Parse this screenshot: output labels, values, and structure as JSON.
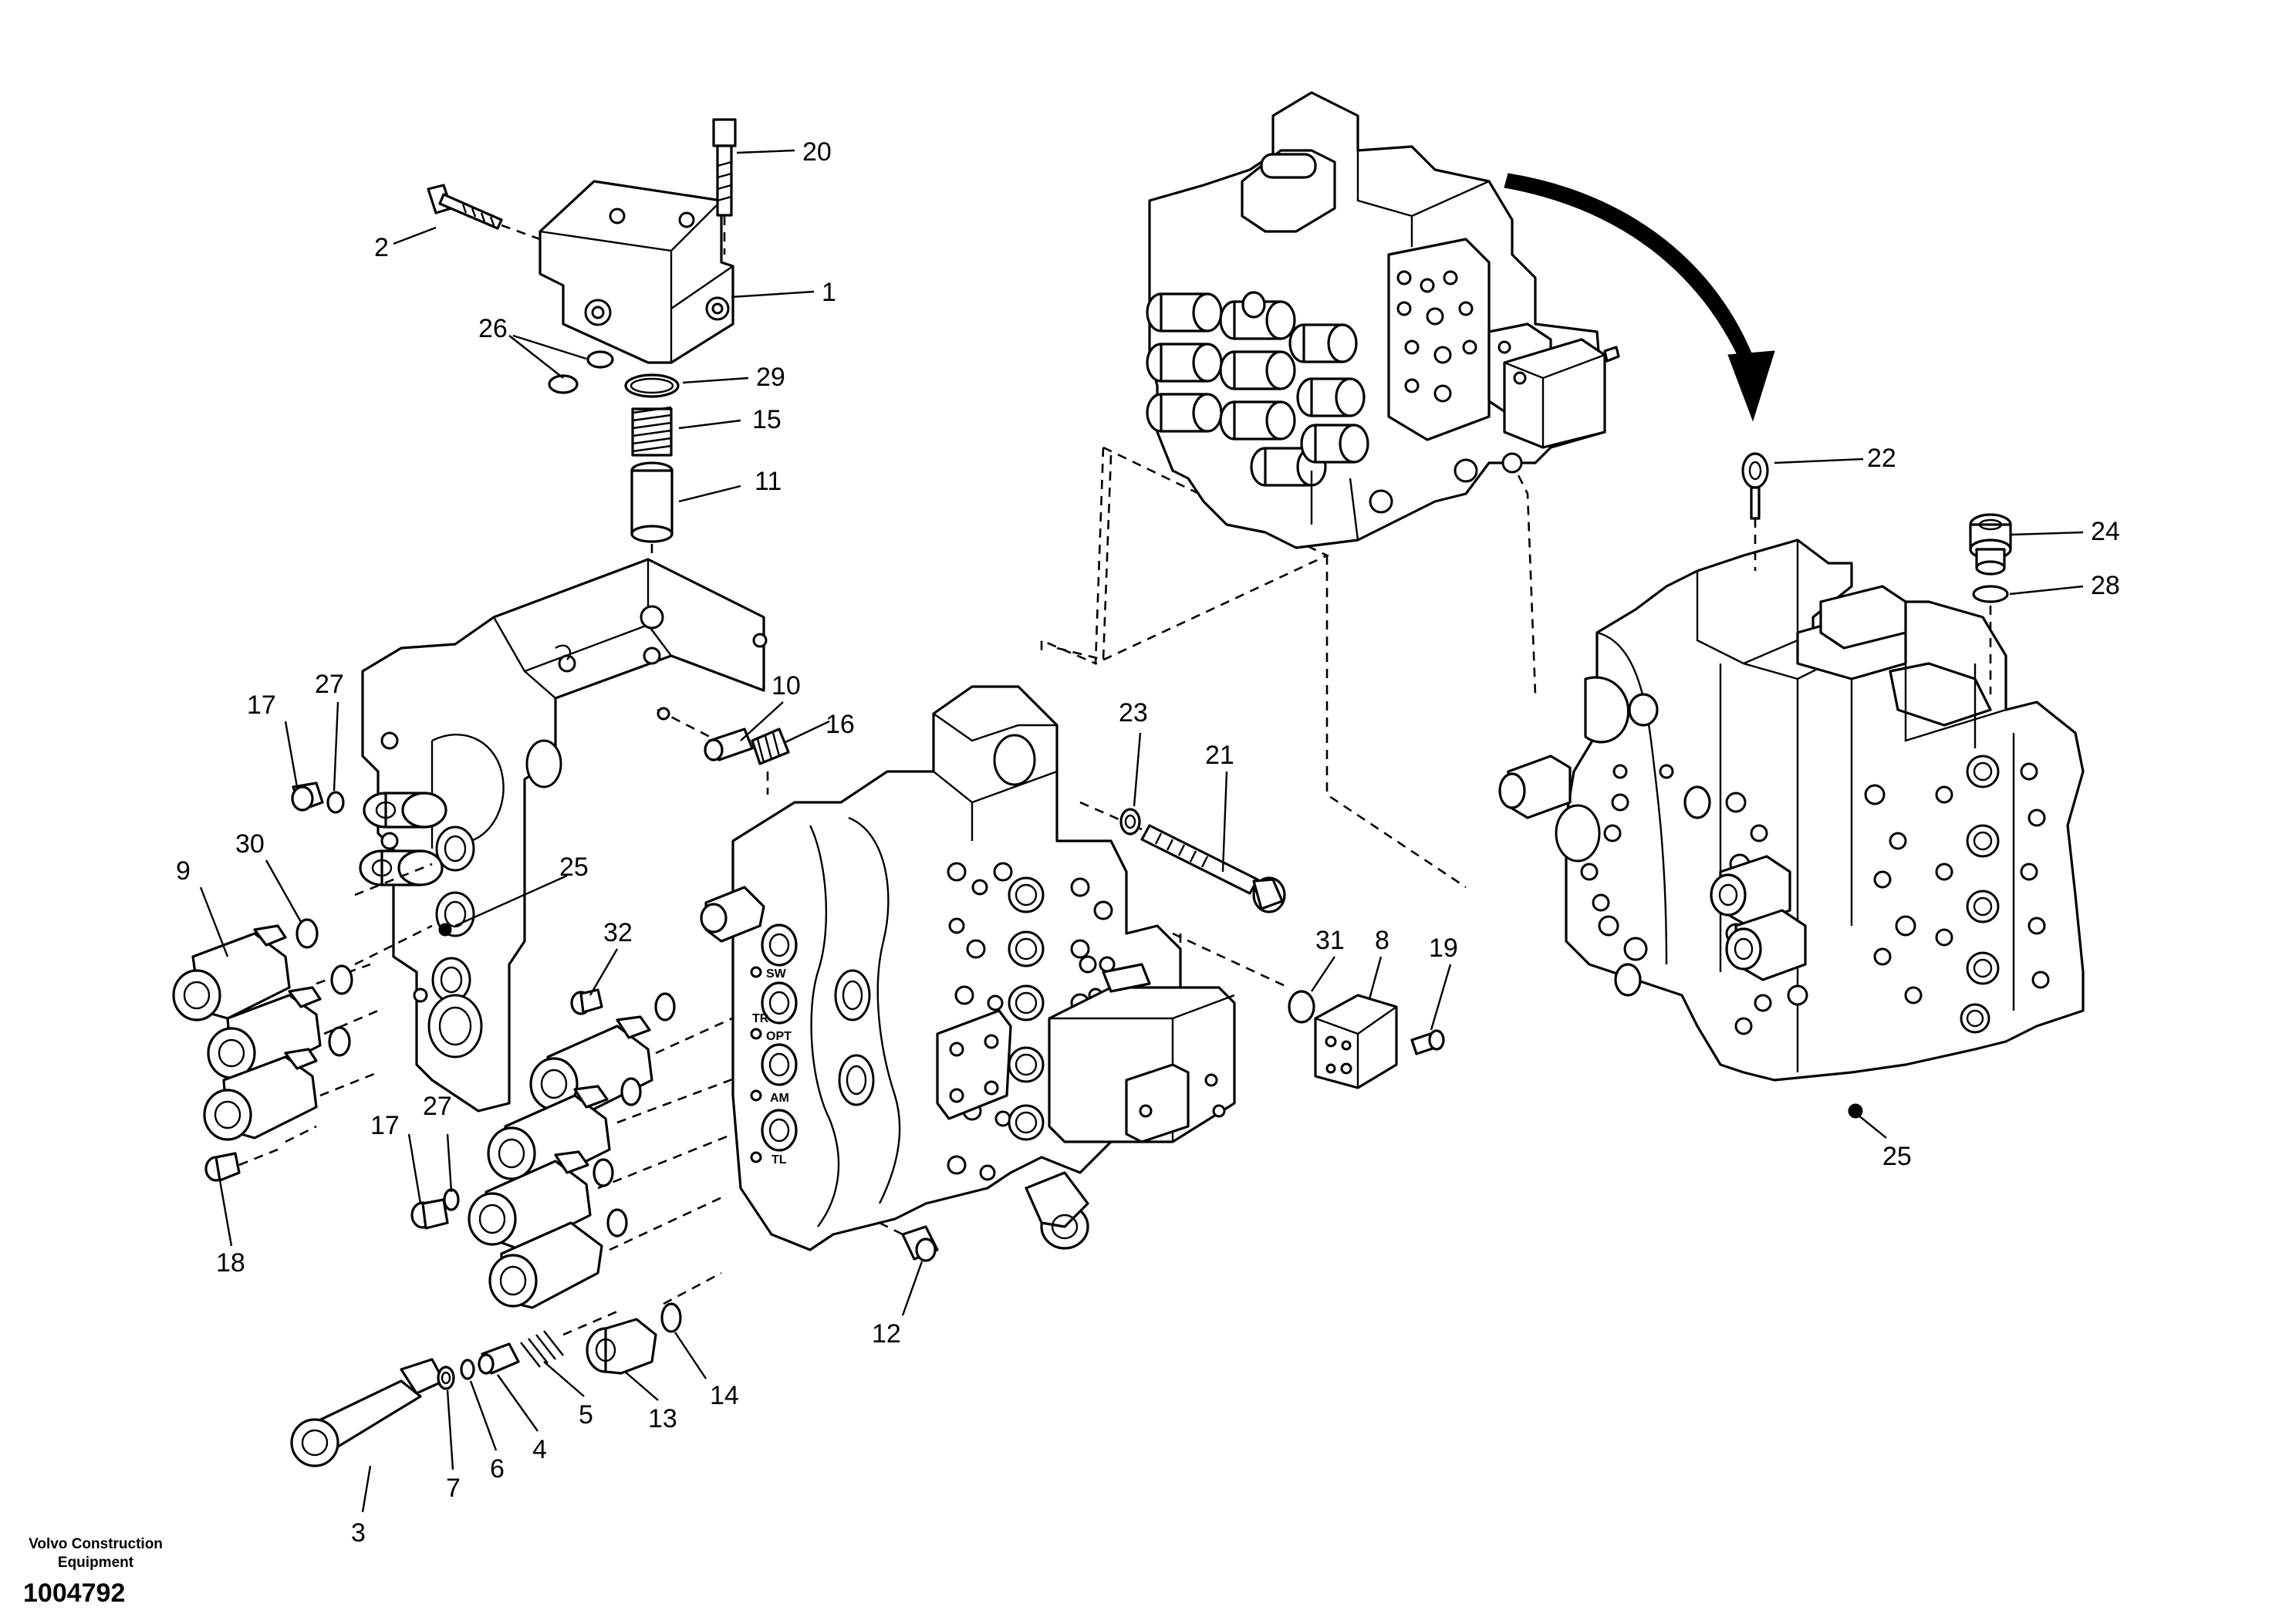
{
  "footer": {
    "brand_line1": "Volvo Construction",
    "brand_line2": "Equipment",
    "document_number": "1004792"
  },
  "callouts": {
    "c1": "1",
    "c2": "2",
    "c3": "3",
    "c4": "4",
    "c5": "5",
    "c6": "6",
    "c7": "7",
    "c8": "8",
    "c9": "9",
    "c10": "10",
    "c11": "11",
    "c12": "12",
    "c13": "13",
    "c14": "14",
    "c15": "15",
    "c16": "16",
    "c17a": "17",
    "c17b": "17",
    "c18": "18",
    "c19": "19",
    "c20": "20",
    "c21": "21",
    "c22": "22",
    "c23": "23",
    "c24": "24",
    "c25a": "25",
    "c25b": "25",
    "c26": "26",
    "c27a": "27",
    "c27b": "27",
    "c28": "28",
    "c29": "29",
    "c30": "30",
    "c31": "31",
    "c32": "32"
  },
  "valve_labels": {
    "sw": "SW",
    "tr": "TR",
    "opt": "OPT",
    "am": "AM",
    "tl": "TL"
  }
}
